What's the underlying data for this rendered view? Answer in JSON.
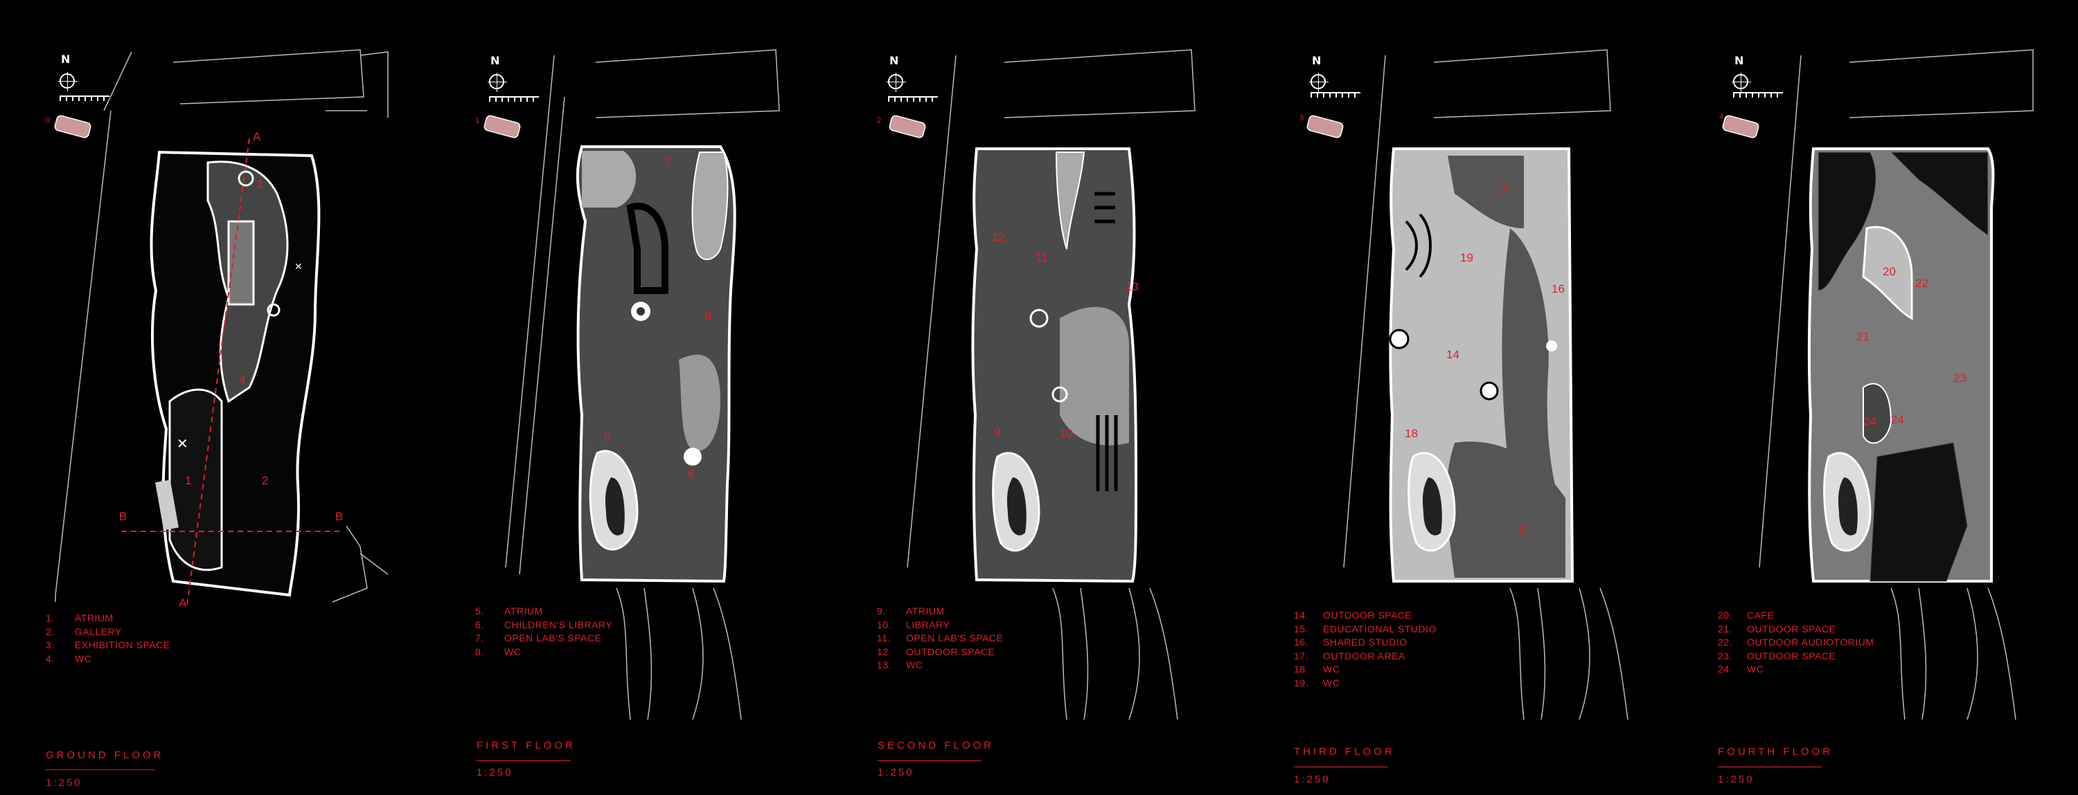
{
  "north_label": "N",
  "panels": [
    {
      "key_num": "0",
      "title": "GROUND FLOOR",
      "scale": "1:250",
      "legend": [
        {
          "n": "1.",
          "label": "ATRIUM"
        },
        {
          "n": "2.",
          "label": "GALLERY"
        },
        {
          "n": "3.",
          "label": "EXHIBITION SPACE"
        },
        {
          "n": "4.",
          "label": "WC"
        }
      ],
      "plan_labels": [
        "1",
        "2",
        "3",
        "4"
      ],
      "section_labels": [
        "B",
        "B",
        "A",
        "A"
      ]
    },
    {
      "key_num": "1",
      "title": "FIRST FLOOR",
      "scale": "1:250",
      "legend": [
        {
          "n": "5.",
          "label": "ATRIUM"
        },
        {
          "n": "6.",
          "label": "CHILDREN'S LIBRARY"
        },
        {
          "n": "7.",
          "label": "OPEN LAB'S SPACE"
        },
        {
          "n": "8.",
          "label": "WC"
        }
      ],
      "plan_labels": [
        "5",
        "6",
        "7",
        "8"
      ]
    },
    {
      "key_num": "2",
      "title": "SECOND FLOOR",
      "scale": "1:250",
      "legend": [
        {
          "n": "9.",
          "label": "ATRIUM"
        },
        {
          "n": "10.",
          "label": "LIBRARY"
        },
        {
          "n": "11.",
          "label": "OPEN LAB'S SPACE"
        },
        {
          "n": "12.",
          "label": "OUTDOOR SPACE"
        },
        {
          "n": "13.",
          "label": "WC"
        }
      ],
      "plan_labels": [
        "9",
        "10",
        "11",
        "12",
        "13"
      ]
    },
    {
      "key_num": "3",
      "title": "THIRD FLOOR",
      "scale": "1:250",
      "legend": [
        {
          "n": "14.",
          "label": "OUTDOOR SPACE"
        },
        {
          "n": "15.",
          "label": "EDUCATIONAL STUDIO"
        },
        {
          "n": "16.",
          "label": "SHARED STUDIO"
        },
        {
          "n": "17.",
          "label": "OUTDOOR AREA"
        },
        {
          "n": "18.",
          "label": "WC"
        },
        {
          "n": "19.",
          "label": "WC"
        }
      ],
      "plan_labels": [
        "14",
        "15",
        "16",
        "17",
        "18",
        "19"
      ]
    },
    {
      "key_num": "4",
      "title": "FOURTH FLOOR",
      "scale": "1:250",
      "legend": [
        {
          "n": "20.",
          "label": "CAFE"
        },
        {
          "n": "21.",
          "label": "OUTDOOR SPACE"
        },
        {
          "n": "22.",
          "label": "OUTDOOR AUDIOTORIUM"
        },
        {
          "n": "23.",
          "label": "OUTDOOR SPACE"
        },
        {
          "n": "24.",
          "label": "WC"
        }
      ],
      "plan_labels": [
        "20",
        "21",
        "22",
        "23",
        "24",
        "24"
      ]
    }
  ],
  "colors": {
    "background": "#000000",
    "accent_red": "#e0202a",
    "floor_dark": "#4a4a4a",
    "floor_mid": "#7a7a7a",
    "floor_light": "#bdbdbd",
    "line_white": "#ffffff"
  }
}
